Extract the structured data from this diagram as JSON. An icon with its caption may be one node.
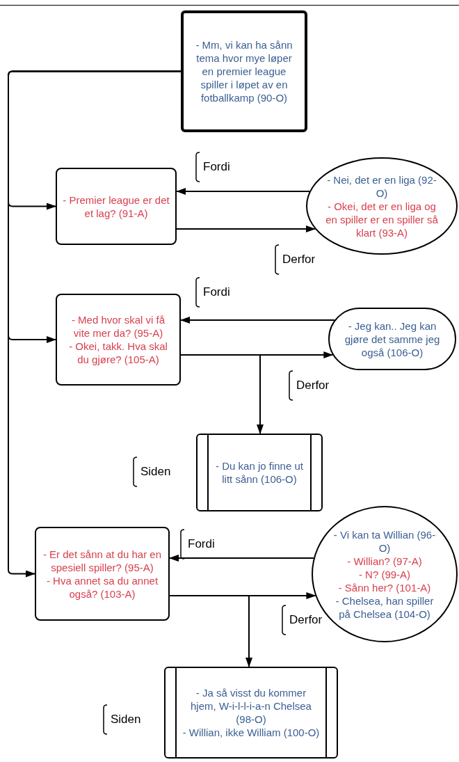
{
  "diagram": {
    "nodes": [
      {
        "text": [
          "- Mm, vi kan ha sånn tema hvor mye løper en premier league spiller i løpet av en fotballkamp (90-O)"
        ]
      },
      {
        "text": [
          "- Premier league er det et lag? (91-A)"
        ]
      },
      {
        "text": [
          "- Nei, det er en liga (92-O)",
          "- Okei, det er en liga og en spiller er en spiller så klart (93-A)"
        ]
      },
      {
        "text": [
          "- Med hvor skal vi få vite mer da? (95-A)",
          "- Okei, takk. Hva skal du gjøre? (105-A)"
        ]
      },
      {
        "text": [
          "- Jeg kan.. Jeg kan gjøre det samme jeg også (106-O)"
        ]
      },
      {
        "text": [
          "- Du kan jo finne ut litt sånn (106-O)"
        ],
        "beside": [
          "Siden"
        ]
      },
      {
        "text": [
          "- Er det sånn at du har en spesiell spiller? (95-A)",
          "- Hva annet sa du annet også? (103-A)"
        ]
      },
      {
        "text": [
          "- Vi kan ta Willian (96-O)",
          "- Willian? (97-A)",
          "- N? (99-A)",
          "- Sånn her? (101-A)",
          "- Chelsea, han spiller på Chelsea (104-O)"
        ]
      },
      {
        "text": [
          "- Ja så visst du kommer hjem, W-i-l-l-i-a-n Chelsea (98-O)",
          "- Willian, ikke William (100-O)"
        ],
        "beside": [
          "Siden"
        ]
      }
    ],
    "edges": [
      {
        "from": 0,
        "to": 1,
        "arrow": "to"
      },
      {
        "from": 0,
        "to": 3,
        "arrow": "to"
      },
      {
        "from": 0,
        "to": 6,
        "arrow": "to"
      },
      {
        "from": 2,
        "to": 1,
        "arrow": "to",
        "label": "Fordi"
      },
      {
        "from": 1,
        "to": 2,
        "arrow": "to",
        "label": "Derfor"
      },
      {
        "from": 4,
        "to": 3,
        "arrow": "to",
        "label": "Fordi"
      },
      {
        "from": 3,
        "to": 4,
        "arrow": "to",
        "label": "Derfor"
      },
      {
        "from": 3,
        "to": 5,
        "arrow": "to"
      },
      {
        "from": 7,
        "to": 6,
        "arrow": "to",
        "label": "Fordi"
      },
      {
        "from": 6,
        "to": 7,
        "arrow": "to",
        "label": "Derfor"
      },
      {
        "from": 6,
        "to": 8,
        "arrow": "to"
      }
    ]
  }
}
